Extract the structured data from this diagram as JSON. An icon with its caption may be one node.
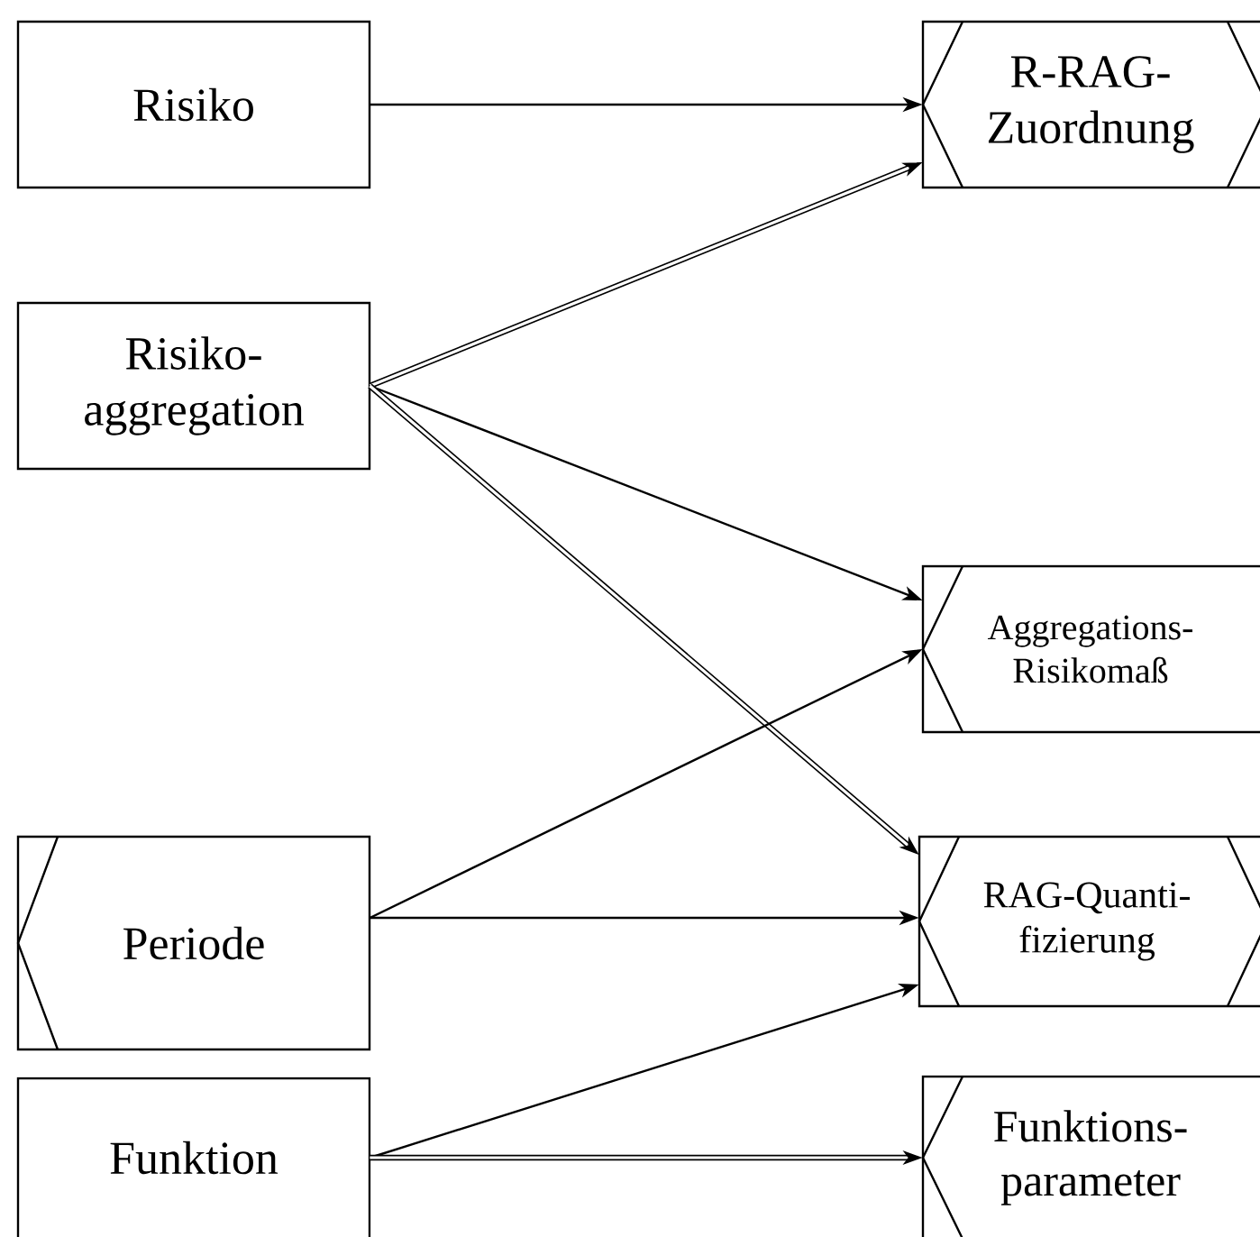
{
  "diagram": {
    "nodes": [
      {
        "text": [
          "Risiko"
        ]
      },
      {
        "text": [
          "Risiko- aggregation"
        ]
      },
      {
        "text": [
          "Periode"
        ]
      },
      {
        "text": [
          "Funktion"
        ]
      },
      {
        "text": [
          "R-RAG- Zuordnung"
        ]
      },
      {
        "text": [
          "Aggregations- Risikomaß"
        ]
      },
      {
        "text": [
          "RAG-Quanti- fizierung"
        ]
      },
      {
        "text": [
          "Funktions- parameter"
        ]
      }
    ],
    "edges": [
      {
        "from": 0,
        "to": 4,
        "arrow": "to"
      },
      {
        "from": 1,
        "to": 4,
        "arrow": "to",
        "style": "thick"
      },
      {
        "from": 1,
        "to": 5,
        "arrow": "to"
      },
      {
        "from": 1,
        "to": 6,
        "arrow": "to",
        "style": "thick"
      },
      {
        "from": 2,
        "to": 5,
        "arrow": "to"
      },
      {
        "from": 2,
        "to": 6,
        "arrow": "to"
      },
      {
        "from": 3,
        "to": 6,
        "arrow": "to"
      },
      {
        "from": 3,
        "to": 7,
        "arrow": "to",
        "style": "thick"
      }
    ]
  }
}
